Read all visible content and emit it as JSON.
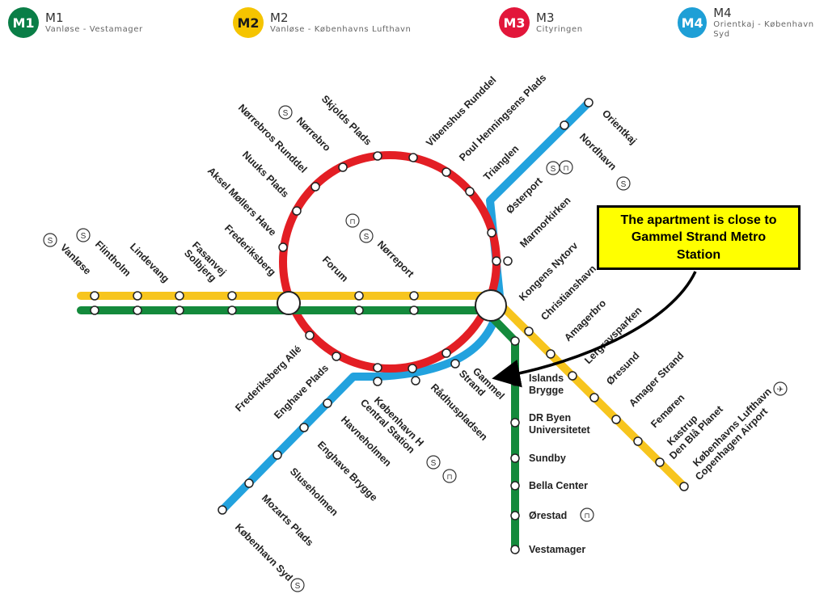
{
  "legend": [
    {
      "badge": "M1",
      "code": "M1",
      "route": "Vanløse - Vestamager",
      "color": "#0a7e47"
    },
    {
      "badge": "M2",
      "code": "M2",
      "route": "Vanløse - Københavns Lufthavn",
      "color": "#f5c400"
    },
    {
      "badge": "M3",
      "code": "M3",
      "route": "Cityringen",
      "color": "#e2163a"
    },
    {
      "badge": "M4",
      "code": "M4",
      "route": "Orientkaj - København Syd",
      "color": "#1e9fd6"
    }
  ],
  "line_colors": {
    "m1": "#148a3c",
    "m2": "#f7c51e",
    "m3": "#e31e24",
    "m4": "#22a2de"
  },
  "stations": {
    "vanlose": "Vanløse",
    "flintholm": "Flintholm",
    "lindevang": "Lindevang",
    "fasanvej": [
      "Fasanvej",
      "Solbjerg"
    ],
    "frederiksberg": "Frederiksberg",
    "forum": "Forum",
    "norreport": "Nørreport",
    "kongens_nytorv": "Kongens Nytorv",
    "christianshavn": "Christianshavn",
    "amagerbro": "Amagerbro",
    "lergravsparken": "Lergravsparken",
    "oresund": "Øresund",
    "amager_strand": "Amager Strand",
    "femoren": "Femøren",
    "kastrup": [
      "Kastrup",
      "Den Blå Planet"
    ],
    "lufthavn": [
      "Københavns Lufthavn",
      "Copenhagen Airport"
    ],
    "islands_brygge": [
      "Islands",
      "Brygge"
    ],
    "dr_byen": [
      "DR Byen",
      "Universitetet"
    ],
    "sundby": "Sundby",
    "bella_center": "Bella Center",
    "orestad": "Ørestad",
    "vestamager": "Vestamager",
    "aksel_mollers_have": "Aksel Møllers Have",
    "nuuks_plads": "Nuuks Plads",
    "norrebros_runddel": "Nørrebros Runddel",
    "norrebro": "Nørrebro",
    "skjolds_plads": "Skjolds Plads",
    "vibenshus_runddel": "Vibenshus Runddel",
    "poul_henningsens_plads": "Poul Henningsens Plads",
    "trianglen": "Trianglen",
    "osterport": "Østerport",
    "marmorkirken": "Marmorkirken",
    "nordhavn": "Nordhavn",
    "orientkaj": "Orientkaj",
    "frederiksberg_alle": "Frederiksberg Allé",
    "enghave_plads": "Enghave Plads",
    "kobenhavn_h": [
      "København H",
      "Central Station"
    ],
    "radhuspladsen": "Rådhuspladsen",
    "gammel_strand": [
      "Gammel",
      "Strand"
    ],
    "havneholmen": "Havneholmen",
    "enghave_brygge": "Enghave Brygge",
    "sluseholmen": "Sluseholmen",
    "mozarts_plads": "Mozarts Plads",
    "kobenhavn_syd": "København Syd"
  },
  "callout": {
    "line1": "The apartment is close to",
    "line2": "Gammel Strand Metro",
    "line3": "Station"
  },
  "icons": {
    "train": "train-icon",
    "tram": "tram-icon",
    "plane": "plane-icon"
  }
}
